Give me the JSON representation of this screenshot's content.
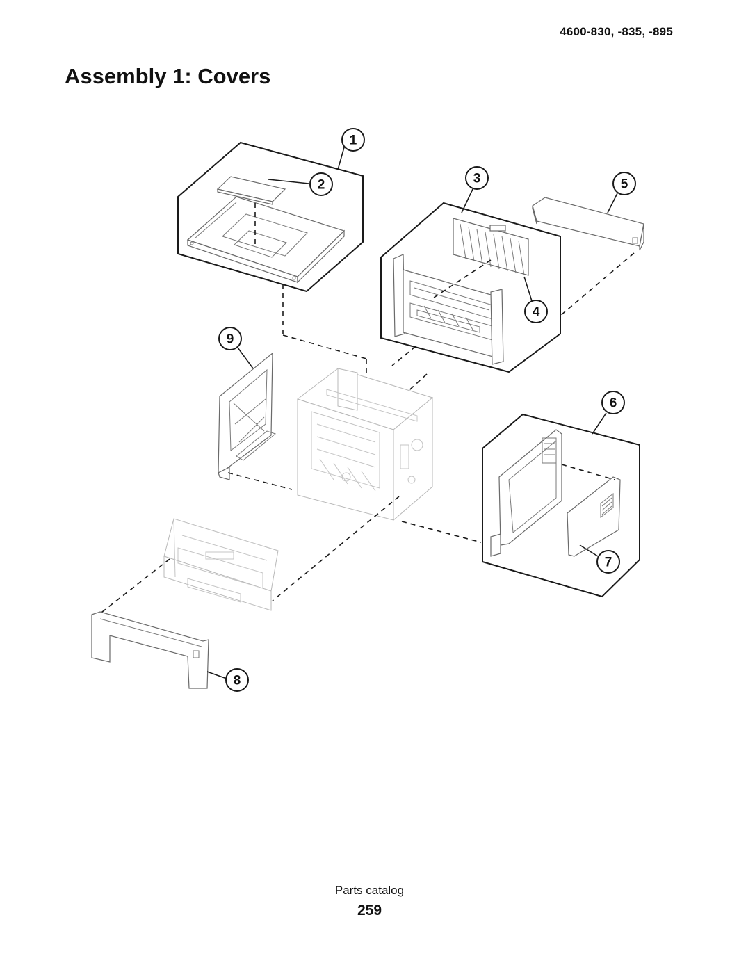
{
  "header": {
    "model_numbers": "4600-830, -835, -895",
    "title": "Assembly 1: Covers"
  },
  "callouts": [
    {
      "number": "1"
    },
    {
      "number": "2"
    },
    {
      "number": "3"
    },
    {
      "number": "4"
    },
    {
      "number": "5"
    },
    {
      "number": "6"
    },
    {
      "number": "7"
    },
    {
      "number": "8"
    },
    {
      "number": "9"
    }
  ],
  "footer": {
    "label": "Parts catalog",
    "page_number": "259"
  }
}
